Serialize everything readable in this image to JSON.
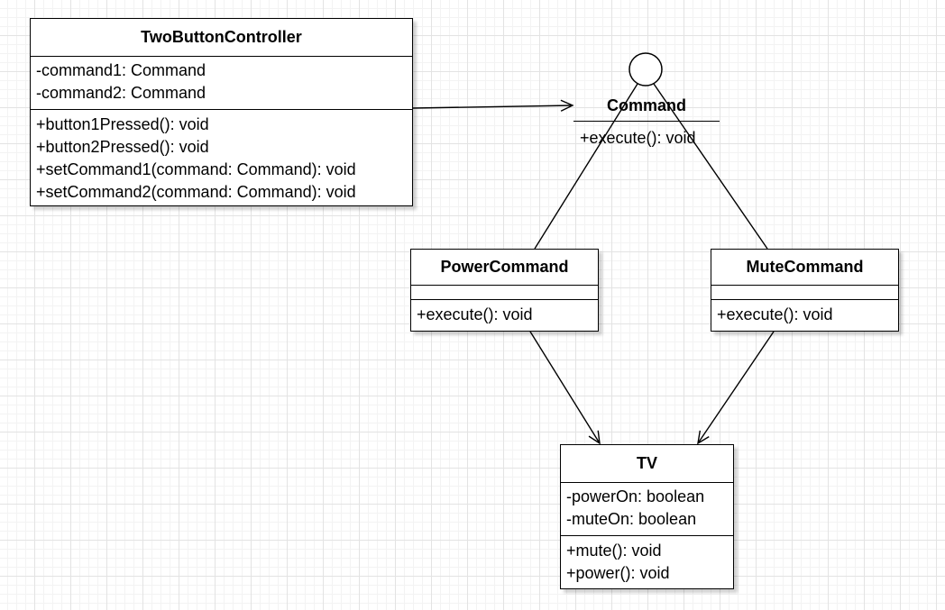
{
  "diagram": {
    "classes": {
      "twobutton": {
        "name": "TwoButtonController",
        "attributes": [
          "-command1: Command",
          "-command2: Command"
        ],
        "operations": [
          "+button1Pressed(): void",
          "+button2Pressed(): void",
          "+setCommand1(command: Command): void",
          "+setCommand2(command: Command): void"
        ]
      },
      "command_interface": {
        "name": "Command",
        "operations": [
          "+execute(): void"
        ]
      },
      "power": {
        "name": "PowerCommand",
        "attributes": [],
        "operations": [
          "+execute(): void"
        ]
      },
      "mute": {
        "name": "MuteCommand",
        "attributes": [],
        "operations": [
          "+execute(): void"
        ]
      },
      "tv": {
        "name": "TV",
        "attributes": [
          "-powerOn: boolean",
          "-muteOn: boolean"
        ],
        "operations": [
          "+mute(): void",
          "+power(): void"
        ]
      }
    },
    "relationships": [
      {
        "from": "TwoButtonController",
        "to": "Command",
        "type": "association"
      },
      {
        "from": "PowerCommand",
        "to": "Command",
        "type": "realization"
      },
      {
        "from": "MuteCommand",
        "to": "Command",
        "type": "realization"
      },
      {
        "from": "PowerCommand",
        "to": "TV",
        "type": "association"
      },
      {
        "from": "MuteCommand",
        "to": "TV",
        "type": "association"
      }
    ],
    "colors": {
      "line": "#000000",
      "box_fill": "#ffffff",
      "grid_major": "#e3e3e3",
      "grid_minor": "#f3f3f3"
    }
  }
}
